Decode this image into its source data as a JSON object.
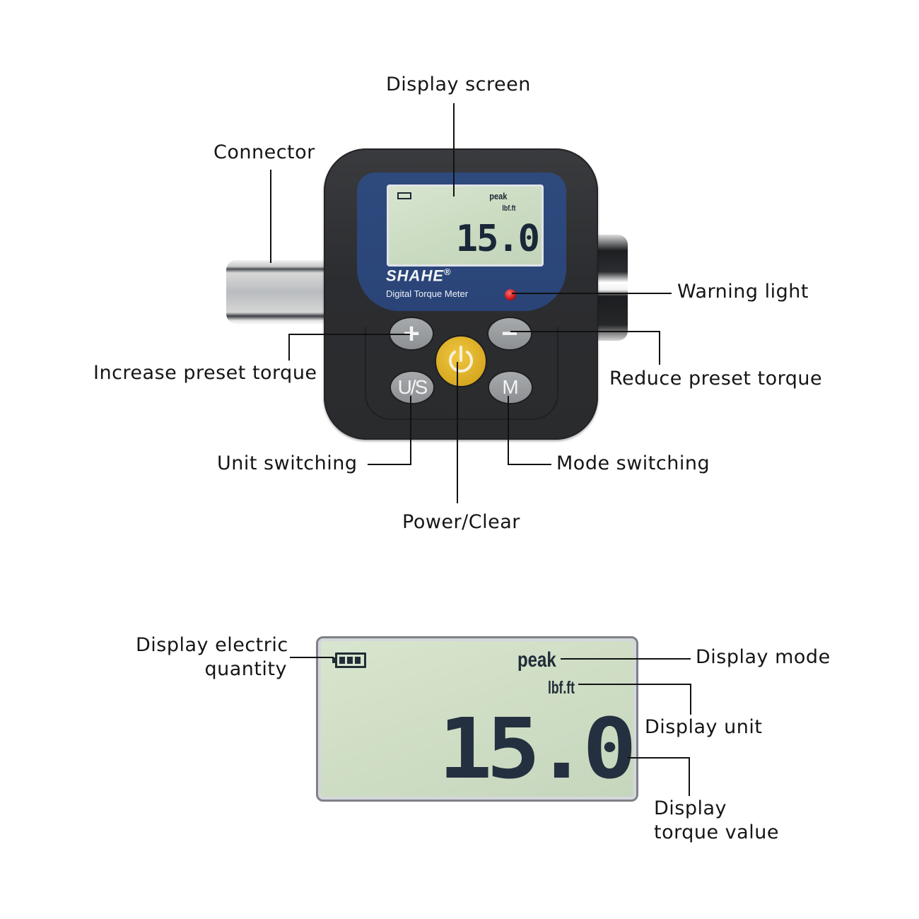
{
  "device": {
    "brand": "SHAHE",
    "brand_mark": "®",
    "subtitle": "Digital Torque Meter",
    "buttons": {
      "increase": "+",
      "reduce": "−",
      "unit": "U/S",
      "mode": "M",
      "power": "power-icon"
    },
    "colors": {
      "body": "#2c2d30",
      "face": "#2b4579",
      "lcd": "#cfdec5",
      "power_button": "#d9a823",
      "warning_led": "#c8151b",
      "buttons": "#9a9da0"
    }
  },
  "lcd": {
    "battery_level": 3,
    "mode": "peak",
    "unit": "lbf.ft",
    "value": "15.0"
  },
  "callouts": {
    "display_screen": "Display screen",
    "connector": "Connector",
    "warning_light": "Warning light",
    "increase_preset": "Increase preset torque",
    "reduce_preset": "Reduce preset torque",
    "unit_switching": "Unit switching",
    "mode_switching": "Mode switching",
    "power_clear": "Power/Clear"
  },
  "lcd_callouts": {
    "electric_quantity_line1": "Display electric",
    "electric_quantity_line2": "quantity",
    "display_mode": "Display mode",
    "display_unit": "Display unit",
    "torque_value_line1": "Display",
    "torque_value_line2": "torque value"
  }
}
